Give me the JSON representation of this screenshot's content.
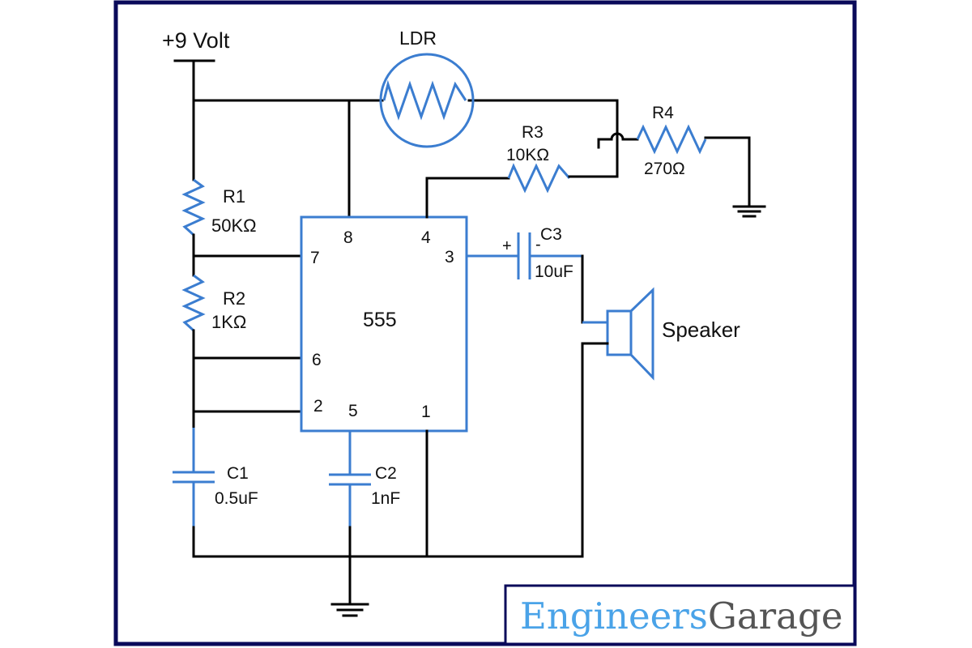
{
  "title": "555 Timer LDR Light Sensitive Oscillator Circuit",
  "colors": {
    "frame": "#0a0a5a",
    "component": "#3b7dd0",
    "wire": "#000000",
    "logo_primary": "#4aa3e8",
    "logo_secondary": "#555555"
  },
  "supply": {
    "label": "+9 Volt"
  },
  "ldr": {
    "label": "LDR"
  },
  "ic": {
    "label": "555",
    "pins": {
      "p1": "1",
      "p2": "2",
      "p3": "3",
      "p4": "4",
      "p5": "5",
      "p6": "6",
      "p7": "7",
      "p8": "8"
    }
  },
  "resistors": {
    "r1": {
      "name": "R1",
      "value": "50KΩ"
    },
    "r2": {
      "name": "R2",
      "value": "1KΩ"
    },
    "r3": {
      "name": "R3",
      "value": "10KΩ"
    },
    "r4": {
      "name": "R4",
      "value": "270Ω"
    }
  },
  "capacitors": {
    "c1": {
      "name": "C1",
      "value": "0.5uF"
    },
    "c2": {
      "name": "C2",
      "value": "1nF"
    },
    "c3": {
      "name": "C3",
      "value": "10uF",
      "plus": "+",
      "minus": "-"
    }
  },
  "speaker": {
    "label": "Speaker"
  },
  "logo": {
    "primary": "Engineers",
    "secondary": "Garage"
  }
}
